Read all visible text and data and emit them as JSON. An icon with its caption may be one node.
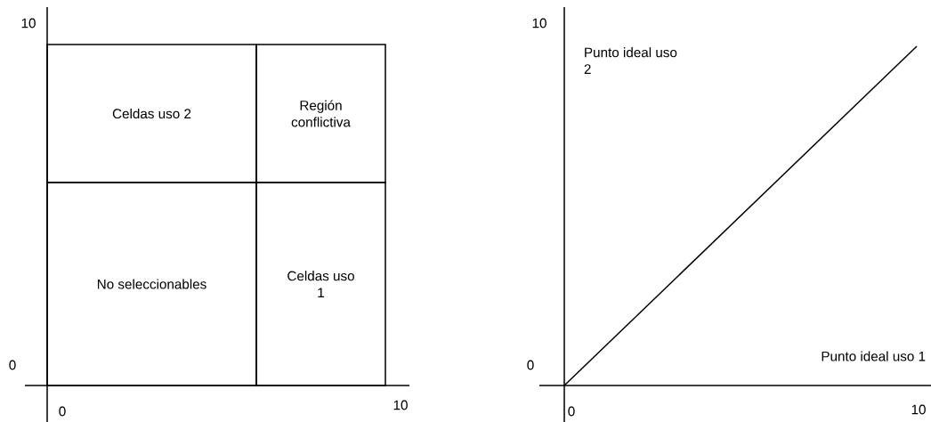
{
  "diagram": {
    "nodes": [
      {
        "text": [
          "Celdas uso 2"
        ]
      },
      {
        "text": [
          "Región conflictiva"
        ]
      },
      {
        "text": [
          "No seleccionables"
        ]
      },
      {
        "text": [
          "Celdas uso 1"
        ]
      }
    ],
    "edges": [],
    "labels": [
      "10",
      "0",
      "0",
      "10",
      "10",
      "Punto ideal uso 2",
      "0",
      "Punto ideal uso 1",
      "0",
      "10"
    ]
  }
}
